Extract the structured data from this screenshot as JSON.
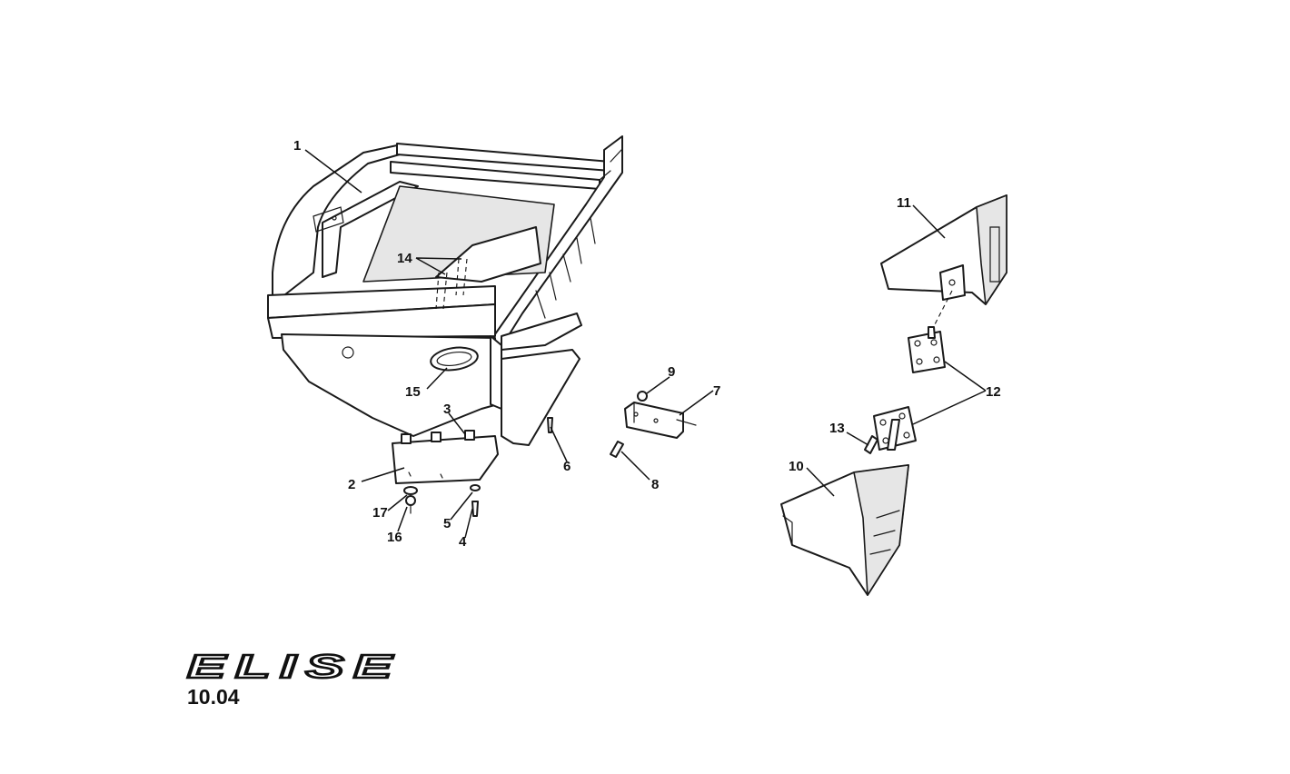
{
  "diagram": {
    "callouts": [
      "1",
      "2",
      "3",
      "4",
      "5",
      "6",
      "7",
      "8",
      "9",
      "10",
      "11",
      "12",
      "13",
      "14",
      "15",
      "16",
      "17"
    ]
  },
  "footer": {
    "logo_text": "ELISE",
    "page_ref": "10.04"
  },
  "colors": {
    "line": "#1a1a1a",
    "shade": "#e6e6e6",
    "background": "#ffffff"
  }
}
